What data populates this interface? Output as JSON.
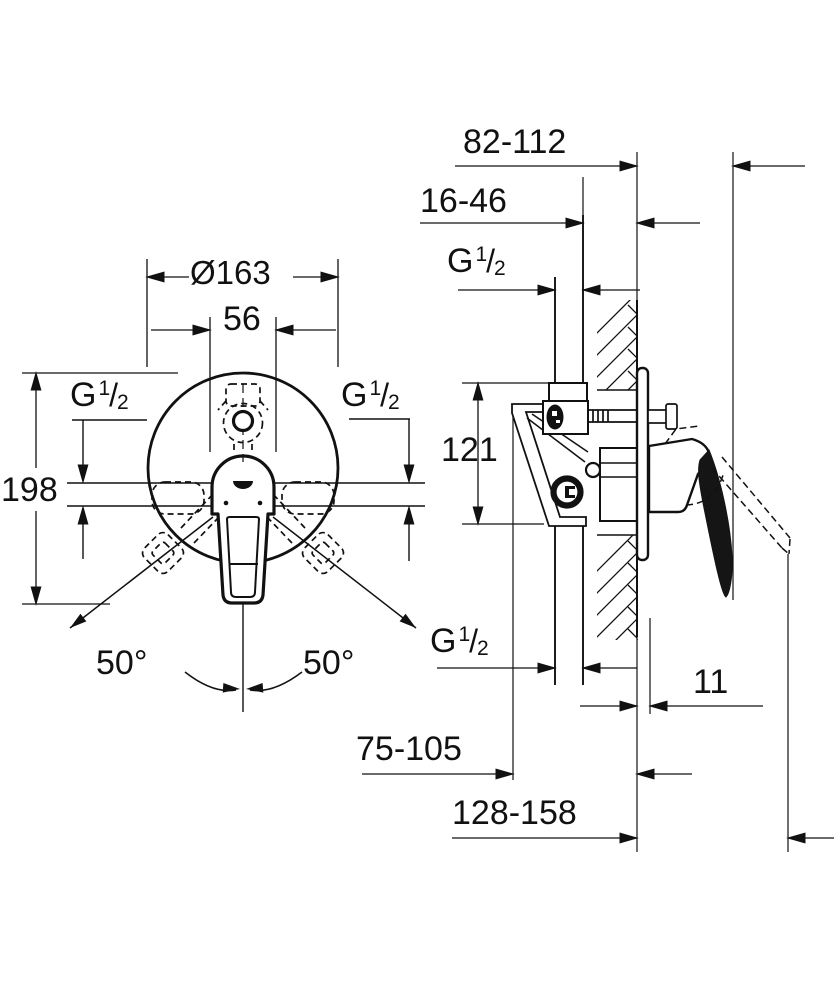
{
  "front_view": {
    "diameter_label": "Ø163",
    "cartridge_width_label": "56",
    "height_label": "198",
    "angle_left_label": "50°",
    "angle_right_label": "50°"
  },
  "side_view": {
    "depth_to_handle_label": "82-112",
    "wall_depth_label": "16-46",
    "body_height_label": "121",
    "plate_offset_label": "11",
    "depth_mid_label": "75-105",
    "depth_total_label": "128-158"
  },
  "thread_label": {
    "base": "G",
    "numerator": "1",
    "slash": "/",
    "denominator": "2"
  }
}
